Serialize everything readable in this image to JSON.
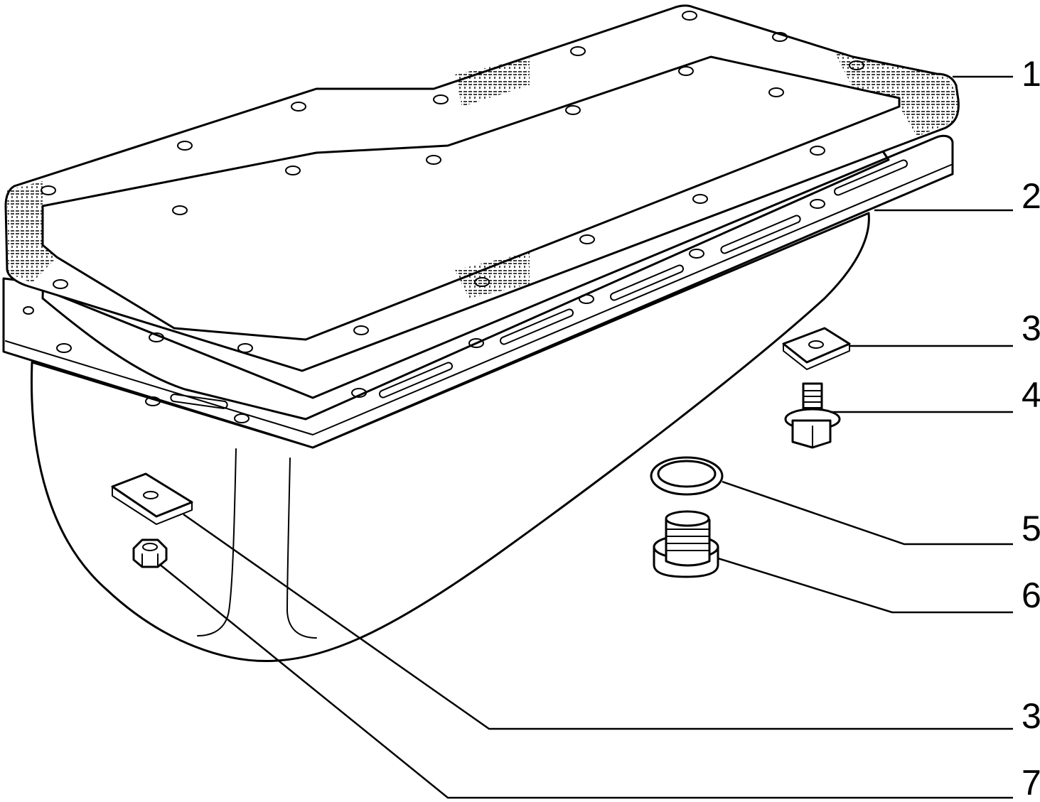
{
  "callouts": [
    {
      "id": "c1",
      "label": "1"
    },
    {
      "id": "c2",
      "label": "2"
    },
    {
      "id": "c3a",
      "label": "3"
    },
    {
      "id": "c4",
      "label": "4"
    },
    {
      "id": "c5",
      "label": "5"
    },
    {
      "id": "c6",
      "label": "6"
    },
    {
      "id": "c3b",
      "label": "3"
    },
    {
      "id": "c7",
      "label": "7"
    }
  ]
}
